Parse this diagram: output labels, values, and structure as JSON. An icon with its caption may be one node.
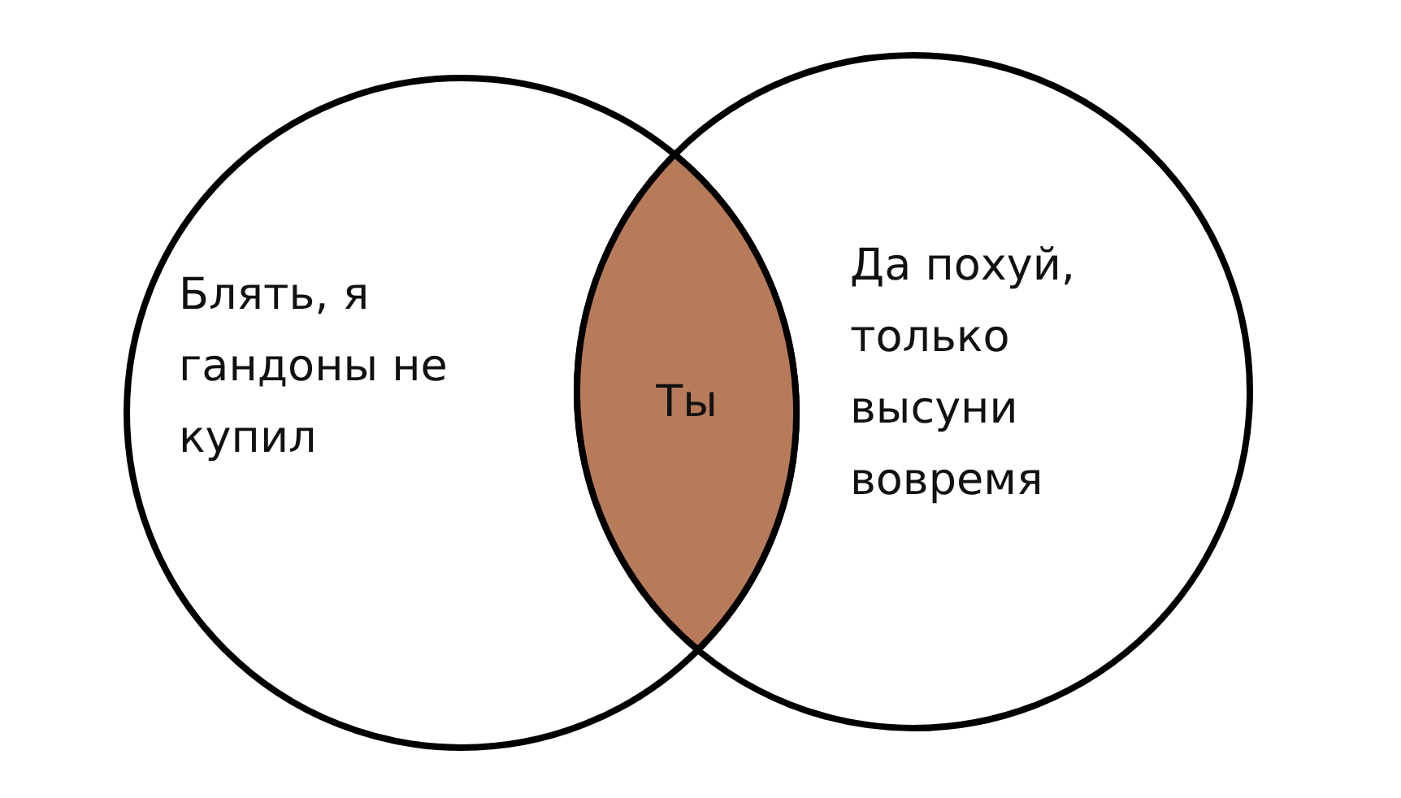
{
  "diagram": {
    "nodes": [
      {
        "text": [
          "Блять, я гандоны не купил"
        ]
      },
      {
        "text": [
          "Да похуй, только высуни вовремя"
        ]
      },
      {
        "text": [
          "Ты"
        ]
      }
    ],
    "edges": []
  }
}
